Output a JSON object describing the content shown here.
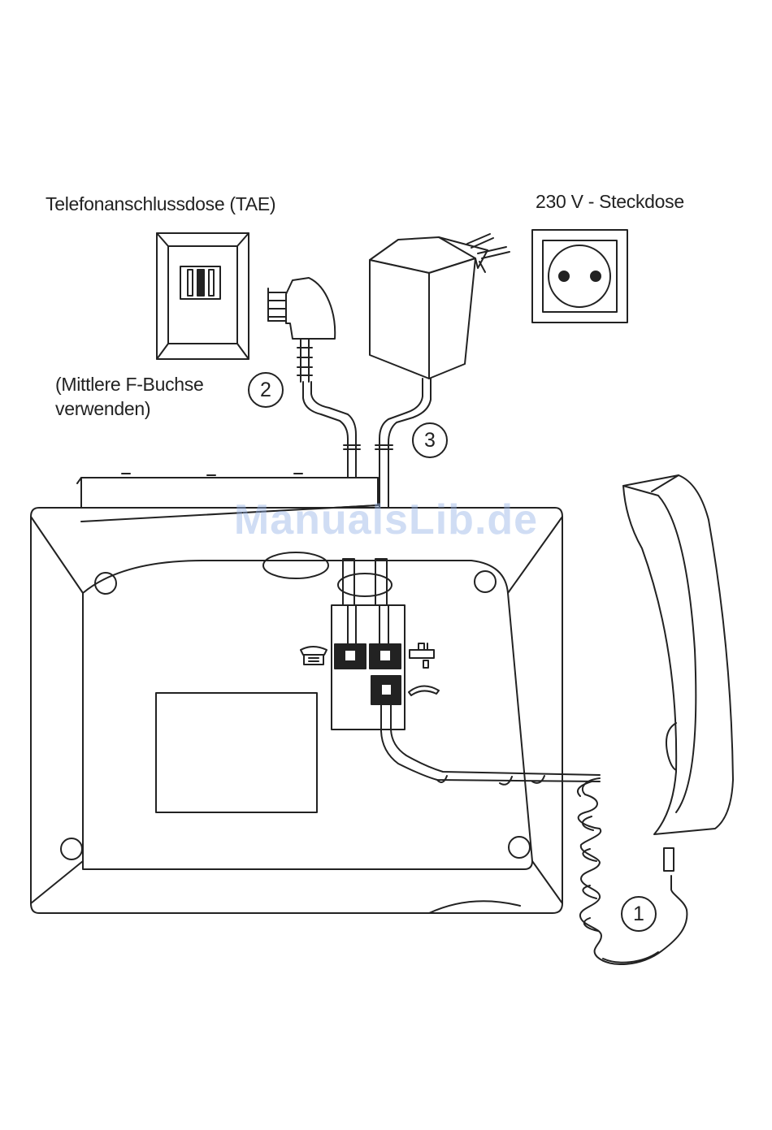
{
  "labels": {
    "tae_socket": "Telefonanschlussdose (TAE)",
    "power_socket": "230 V - Steckdose",
    "note_line1": "(Mittlere F-Buchse",
    "note_line2": "verwenden)"
  },
  "steps": {
    "one": "1",
    "two": "2",
    "three": "3"
  },
  "watermark": "ManualsLib.de",
  "colors": {
    "line": "#222222",
    "watermark": "#96b4e6",
    "background": "#ffffff"
  }
}
